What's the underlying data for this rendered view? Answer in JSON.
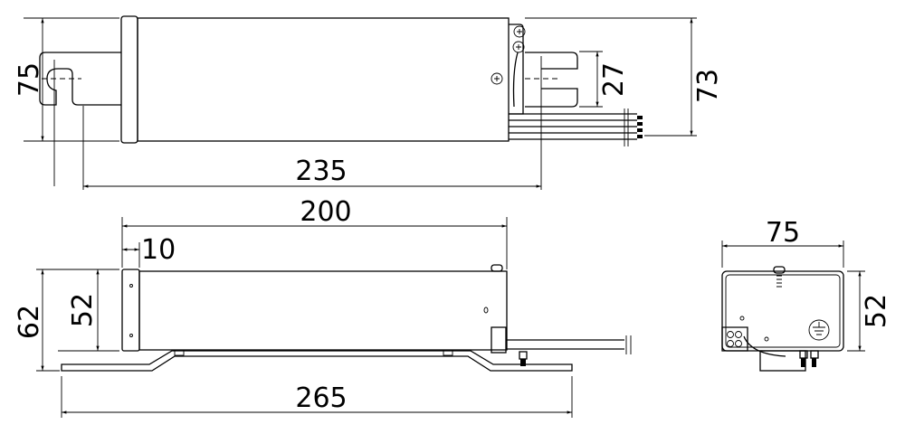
{
  "top_view": {
    "dim_width": "75",
    "dim_height": "73",
    "dim_slot": "27",
    "dim_mount_pitch": "235"
  },
  "front_view": {
    "dim_length": "200",
    "dim_flange": "10",
    "dim_total_height": "62",
    "dim_body_height": "52",
    "dim_base_length": "265"
  },
  "end_view": {
    "dim_width": "75",
    "dim_height": "52"
  }
}
